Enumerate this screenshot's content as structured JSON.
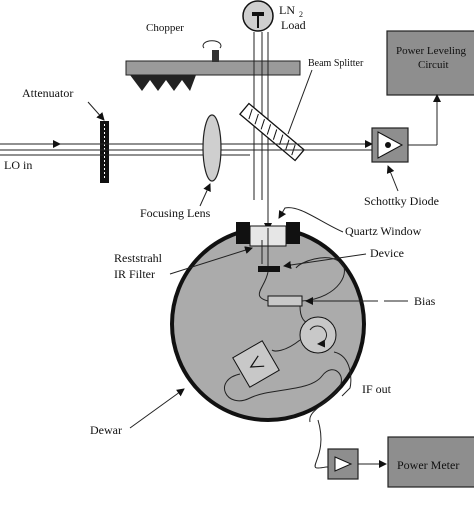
{
  "labels": {
    "ln2_load": "LN",
    "ln2_sub": "2",
    "load": "Load",
    "chopper": "Chopper",
    "beam_splitter": "Beam Splitter",
    "power_leveling_line1": "Power Leveling",
    "power_leveling_line2": "Circuit",
    "attenuator": "Attenuator",
    "lo_in": "LO in",
    "focusing_lens": "Focusing Lens",
    "schottky_diode": "Schottky Diode",
    "quartz_window": "Quartz Window",
    "reststrahl_line1": "Reststrahl",
    "reststrahl_line2": "IR Filter",
    "device": "Device",
    "bias": "Bias",
    "if_out": "IF out",
    "dewar": "Dewar",
    "power_meter": "Power Meter"
  },
  "colors": {
    "box_fill": "#8e8e8e",
    "line": "#222222",
    "background": "#ffffff"
  }
}
